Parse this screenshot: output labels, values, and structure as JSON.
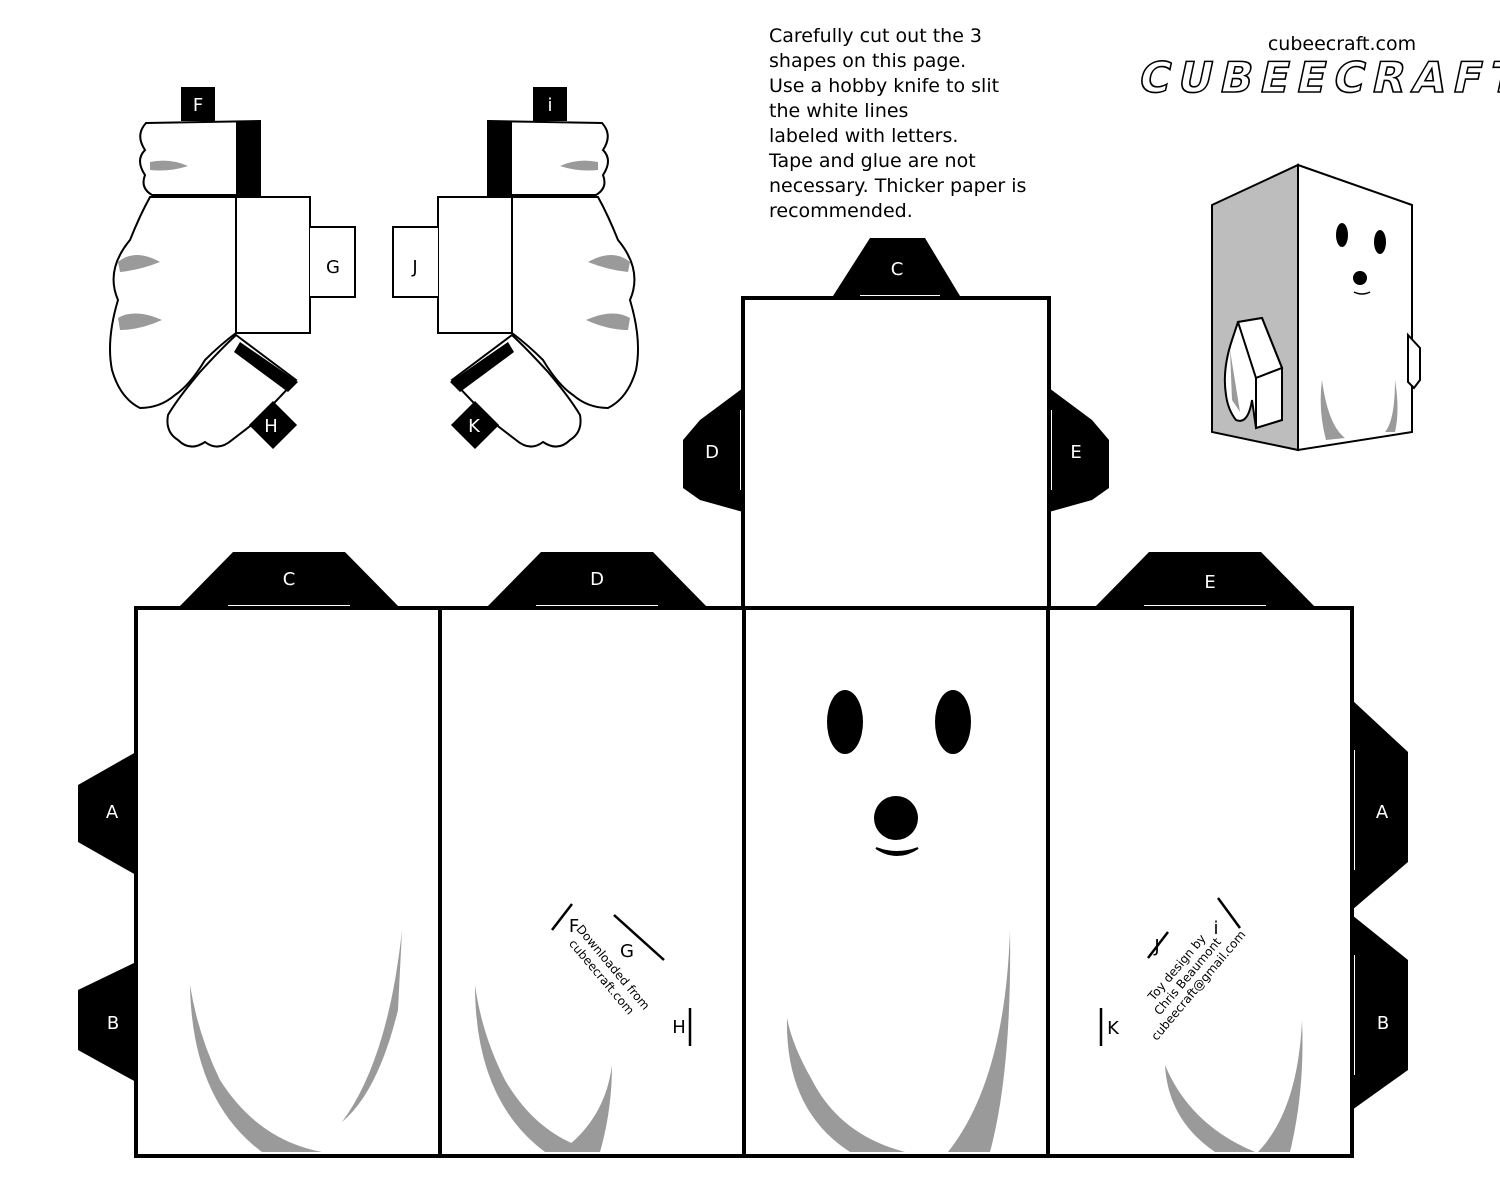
{
  "instructions": {
    "lines": [
      "Carefully cut out the 3",
      "shapes on this page.",
      "Use a hobby knife to slit",
      "the white lines",
      "labeled with letters.",
      "Tape and glue are not",
      "necessary.  Thicker paper is",
      "recommended."
    ]
  },
  "brand": {
    "url": "cubeecraft.com",
    "logo_text": "CUBEECRAFT"
  },
  "tabs": {
    "top_head": "C",
    "head_left": "D",
    "head_right": "E",
    "body_1": "C",
    "body_2": "D",
    "body_4": "E",
    "left_side_a": "A",
    "left_side_b": "B",
    "right_side_a": "A",
    "right_side_b": "B"
  },
  "arm_left": {
    "top_tab": "F",
    "side_slot": "G",
    "hand_tab": "H"
  },
  "arm_right": {
    "top_tab": "i",
    "side_slot": "J",
    "hand_tab": "K"
  },
  "body_slots": {
    "f": "F",
    "g": "G",
    "h": "H",
    "j": "J",
    "i": "i",
    "k": "K"
  },
  "credits": {
    "downloaded_1": "Downloaded from",
    "downloaded_2": "cubeecraft.com",
    "toy_1": "Toy design by",
    "toy_2": "Chris Beaumont",
    "toy_3": "cubeecraft@gmail.com"
  },
  "colors": {
    "ink": "#000000",
    "paper": "#ffffff",
    "shade": "#9a9a9a",
    "side_shade": "#bdbdbd"
  },
  "icons": [
    "ghost-eye-icon",
    "ghost-nose-icon",
    "ghost-smile-icon"
  ]
}
